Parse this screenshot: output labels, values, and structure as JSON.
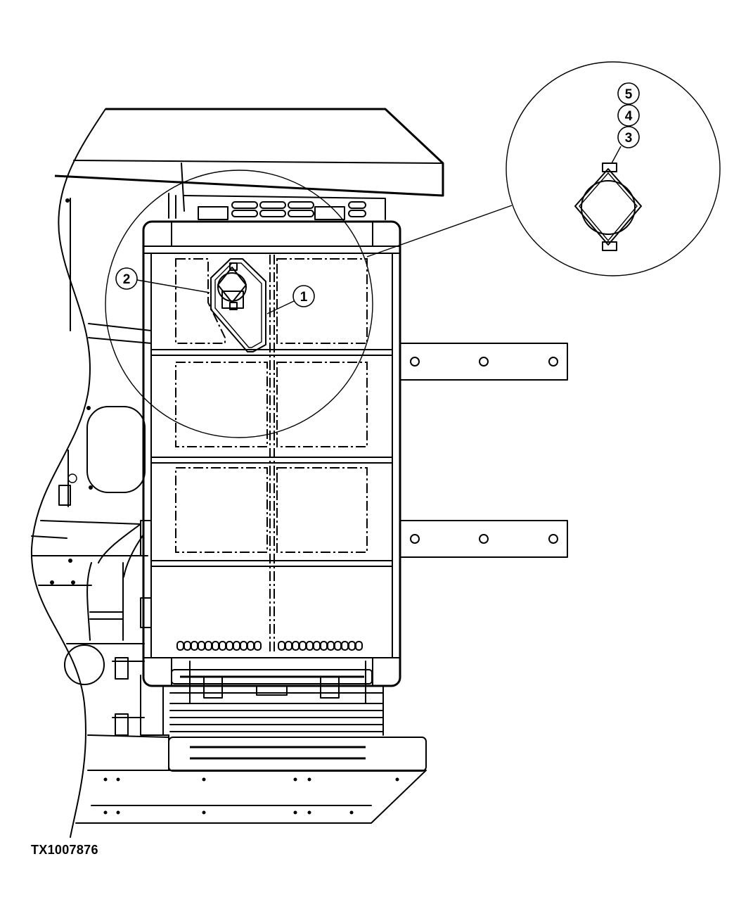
{
  "figure_id": "TX1007876",
  "callouts": [
    {
      "label": "1"
    },
    {
      "label": "2"
    },
    {
      "label": "3"
    },
    {
      "label": "4"
    },
    {
      "label": "5"
    }
  ],
  "colors": {
    "line": "#000000",
    "background": "#ffffff"
  }
}
